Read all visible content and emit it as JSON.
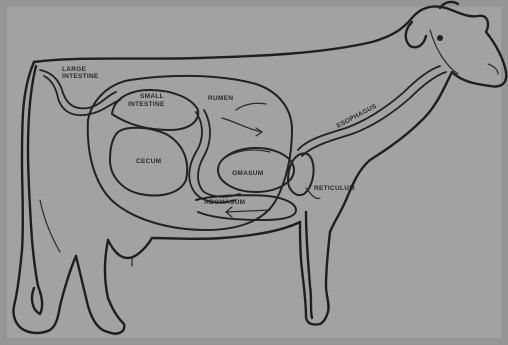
{
  "labels": {
    "large_intestine": [
      "LARGE",
      "INTESTINE"
    ],
    "small_intestine": [
      "SMALL",
      "INTESTINE"
    ],
    "rumen": "RUMEN",
    "omasum": "OMASUM",
    "abomasum": "ABOMASUM",
    "reticulum": "RETICULUM",
    "esophagus": "ESOPHAGUS",
    "cecum": "CECUM"
  },
  "colors": {
    "background": "#a3a2a1",
    "line": "#1e1e1e",
    "shade": "#8f8e8d"
  }
}
